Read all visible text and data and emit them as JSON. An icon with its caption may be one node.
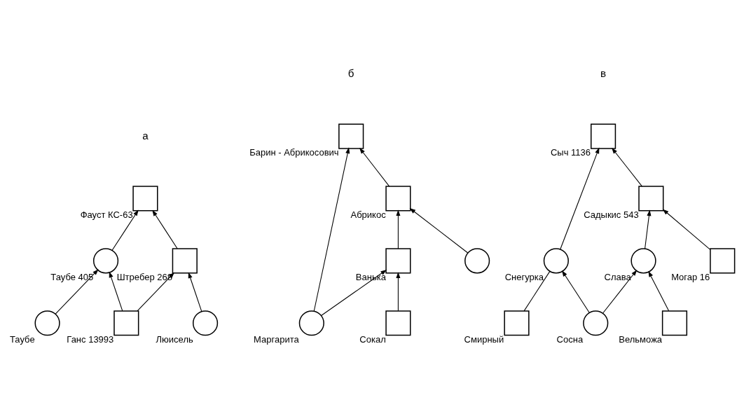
{
  "diagram": {
    "nodes": [
      {
        "text": [
          "Фауст КС-63"
        ]
      },
      {
        "text": [
          "Таубе 405"
        ]
      },
      {
        "text": [
          "Штребер 268"
        ]
      },
      {
        "text": [
          "Таубе"
        ]
      },
      {
        "text": [
          "Люисель"
        ]
      },
      {
        "text": [
          "Ганс 13993"
        ]
      },
      {
        "text": [
          "Барин - Абрикосович"
        ]
      },
      {
        "text": [
          "Абрикос"
        ]
      },
      {
        "text": [
          "Ванька"
        ]
      },
      {
        "text": [],
        "shape": "circle"
      },
      {
        "text": [
          "Маргарита"
        ]
      },
      {
        "text": [
          "Сокал"
        ]
      },
      {
        "text": [
          "Сыч 1136"
        ]
      },
      {
        "text": [
          "Садыкис 543"
        ]
      },
      {
        "text": [
          "Снегурка"
        ]
      },
      {
        "text": [
          "Слава"
        ]
      },
      {
        "text": [
          "Сосна"
        ]
      },
      {
        "text": [
          "Смирный"
        ]
      },
      {
        "text": [
          "Вельможа"
        ]
      },
      {
        "text": [
          "Могар 16"
        ]
      }
    ],
    "edges": [
      {
        "from": 1,
        "to": 0,
        "arrow": "to"
      },
      {
        "from": 2,
        "to": 0,
        "arrow": "to"
      },
      {
        "from": 3,
        "to": 1,
        "arrow": "to"
      },
      {
        "from": 5,
        "to": 1,
        "arrow": "to"
      },
      {
        "from": 4,
        "to": 2,
        "arrow": "to"
      },
      {
        "from": 5,
        "to": 2,
        "arrow": "to"
      },
      {
        "from": 10,
        "to": 6,
        "arrow": "to"
      },
      {
        "from": 7,
        "to": 6,
        "arrow": "to"
      },
      {
        "from": 8,
        "to": 7,
        "arrow": "to"
      },
      {
        "from": 9,
        "to": 7,
        "arrow": "to"
      },
      {
        "from": 10,
        "to": 8,
        "arrow": "to"
      },
      {
        "from": 11,
        "to": 8,
        "arrow": "to"
      },
      {
        "from": 14,
        "to": 12,
        "arrow": "to"
      },
      {
        "from": 13,
        "to": 12,
        "arrow": "to"
      },
      {
        "from": 15,
        "to": 13,
        "arrow": "to"
      },
      {
        "from": 19,
        "to": 13,
        "arrow": "to"
      },
      {
        "from": 16,
        "to": 14,
        "arrow": "to"
      },
      {
        "from": 17,
        "to": 14,
        "arrow": "none"
      },
      {
        "from": 16,
        "to": 15,
        "arrow": "to"
      },
      {
        "from": 18,
        "to": 15,
        "arrow": "to"
      }
    ],
    "labels": [
      "а",
      "б",
      "в"
    ]
  }
}
